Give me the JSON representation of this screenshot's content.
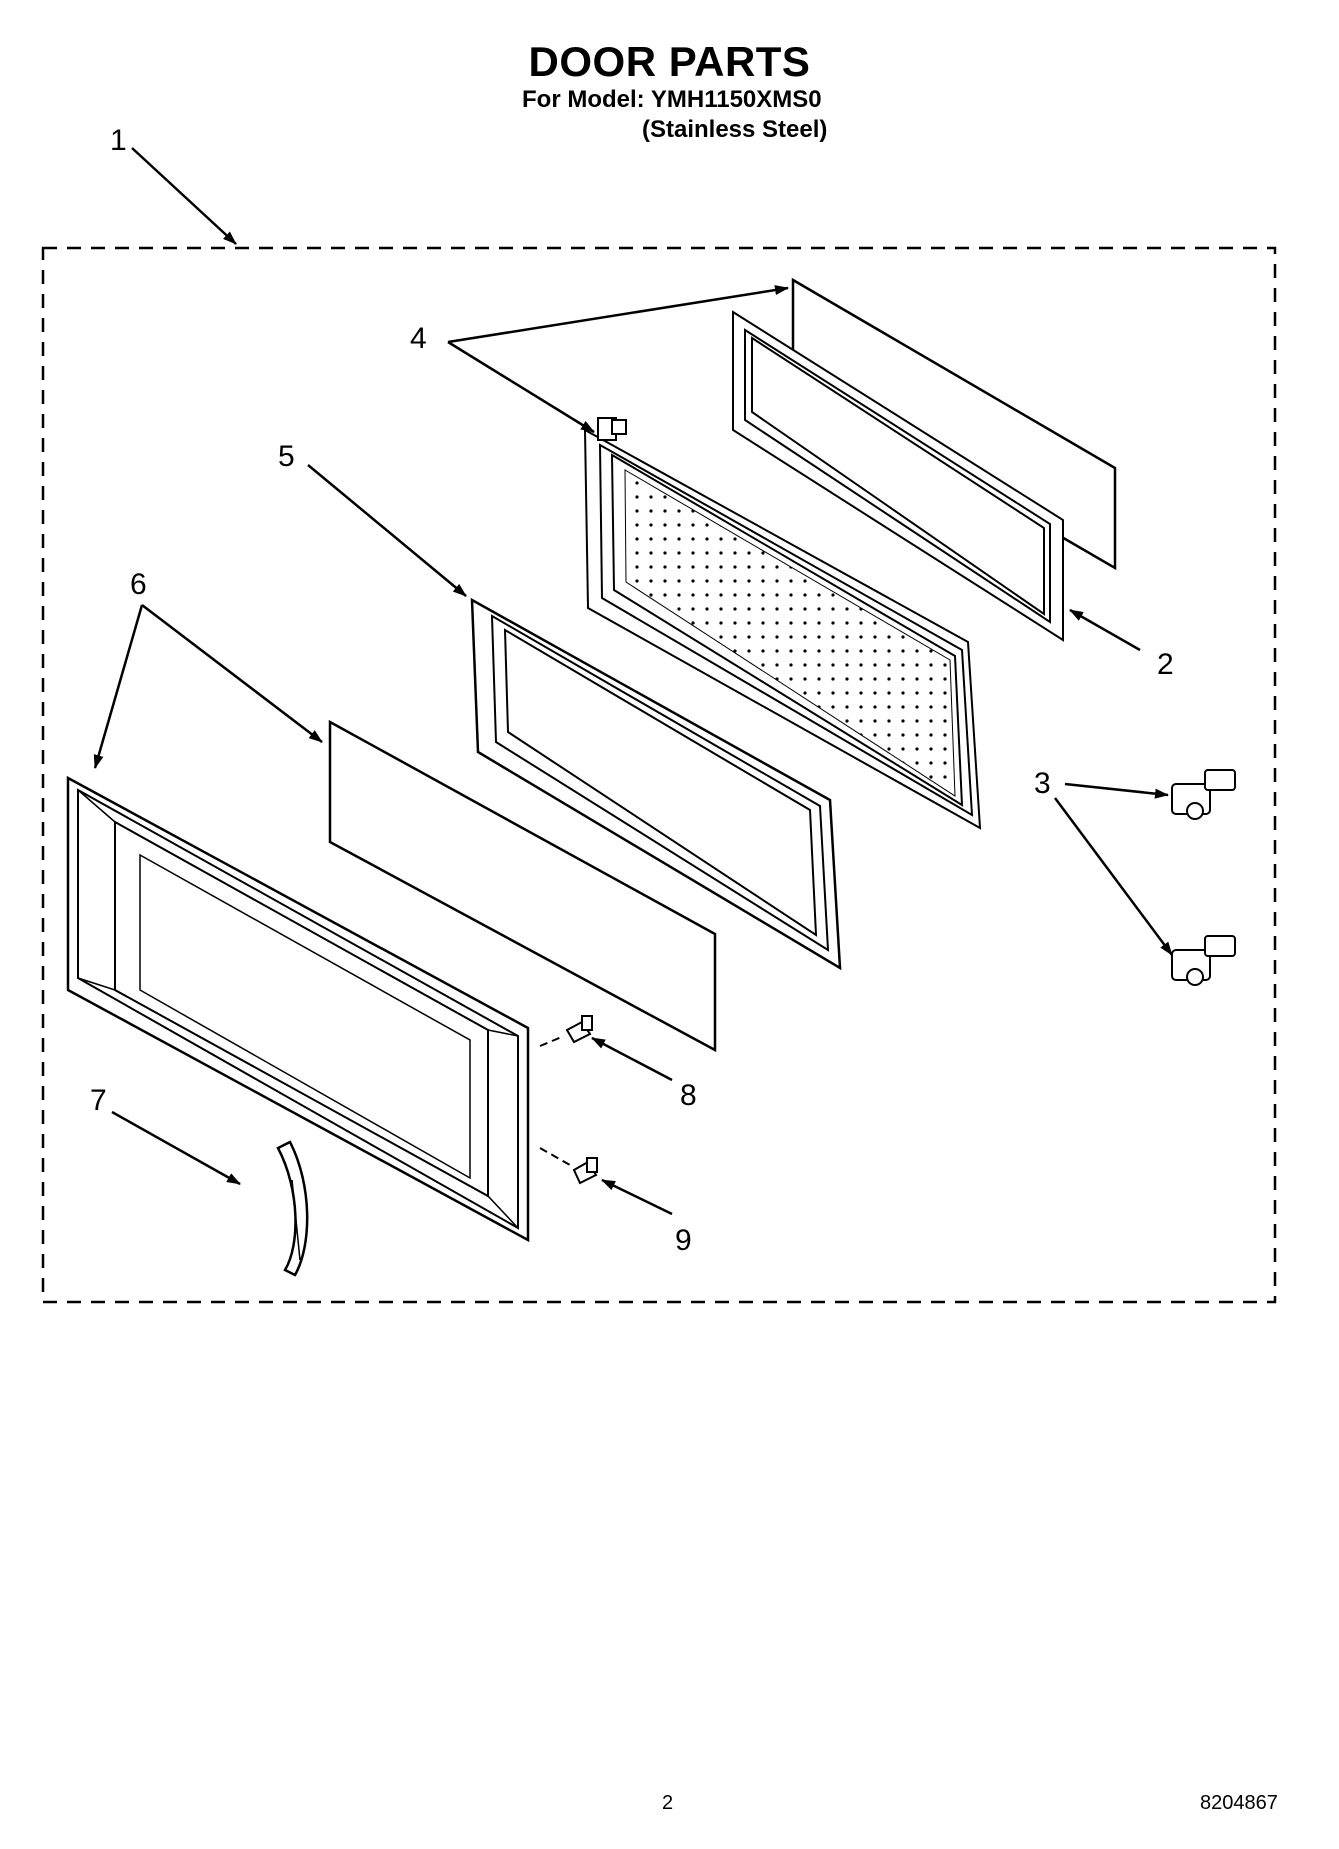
{
  "header": {
    "title": "DOOR PARTS",
    "model_line": "For Model:  YMH1150XMS0",
    "finish": "(Stainless Steel)"
  },
  "callouts": [
    "1",
    "2",
    "3",
    "4",
    "5",
    "6",
    "7",
    "8",
    "9"
  ],
  "footer": {
    "page_number": "2",
    "document_number": "8204867"
  }
}
